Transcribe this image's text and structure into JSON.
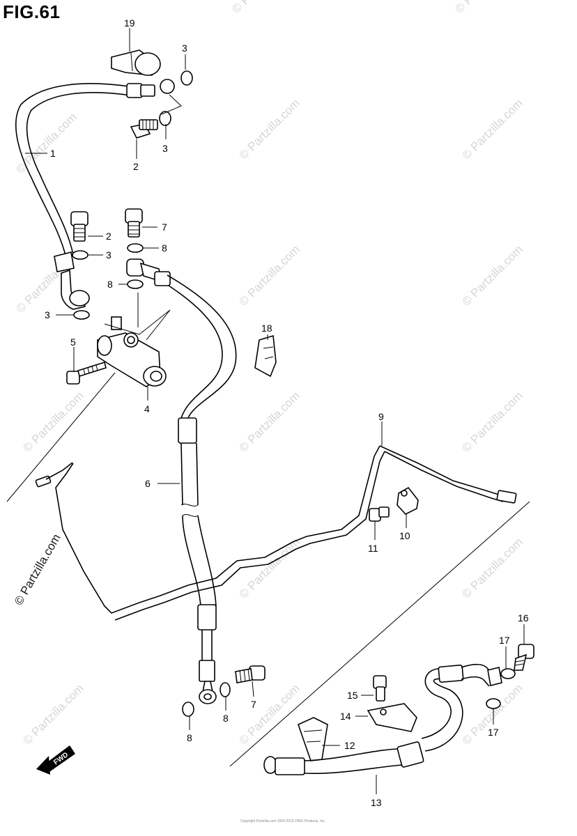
{
  "figure": {
    "title": "FIG.61"
  },
  "watermark": {
    "text": "© Partzilla.com"
  },
  "callouts": [
    {
      "id": "c19",
      "label": "19"
    },
    {
      "id": "c3a",
      "label": "3"
    },
    {
      "id": "c1",
      "label": "1"
    },
    {
      "id": "c3b",
      "label": "3"
    },
    {
      "id": "c2a",
      "label": "2"
    },
    {
      "id": "c2b",
      "label": "2"
    },
    {
      "id": "c3c",
      "label": "3"
    },
    {
      "id": "c7a",
      "label": "7"
    },
    {
      "id": "c8a",
      "label": "8"
    },
    {
      "id": "c8b",
      "label": "8"
    },
    {
      "id": "c3d",
      "label": "3"
    },
    {
      "id": "c5",
      "label": "5"
    },
    {
      "id": "c4",
      "label": "4"
    },
    {
      "id": "c18",
      "label": "18"
    },
    {
      "id": "c9",
      "label": "9"
    },
    {
      "id": "c6",
      "label": "6"
    },
    {
      "id": "c10",
      "label": "10"
    },
    {
      "id": "c11",
      "label": "11"
    },
    {
      "id": "c16",
      "label": "16"
    },
    {
      "id": "c17a",
      "label": "17"
    },
    {
      "id": "c15",
      "label": "15"
    },
    {
      "id": "c14",
      "label": "14"
    },
    {
      "id": "c17b",
      "label": "17"
    },
    {
      "id": "c7b",
      "label": "7"
    },
    {
      "id": "c8c",
      "label": "8"
    },
    {
      "id": "c8d",
      "label": "8"
    },
    {
      "id": "c12",
      "label": "12"
    },
    {
      "id": "c13",
      "label": "13"
    }
  ],
  "fwd_label": "FWD",
  "footer": {
    "copyright": "Copyright Partzilla.com 2004-2016 DWG Products, Inc."
  }
}
